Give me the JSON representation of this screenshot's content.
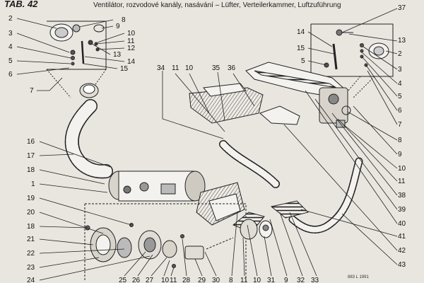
{
  "header": {
    "tab": "TAB. 42",
    "title": "Ventilátor, rozvodové kanály, nasávání – Lüfter, Verteilerkammer, Luftzuführung"
  },
  "footer": {
    "code": "883 L 1991"
  },
  "callouts": {
    "n1": "1",
    "n2": "2",
    "n3": "3",
    "n4": "4",
    "n5": "5",
    "n6": "6",
    "n7": "7",
    "n8": "8",
    "n9": "9",
    "n10": "10",
    "n11": "11",
    "n12": "12",
    "n13": "13",
    "n14": "14",
    "n15": "15",
    "n16": "16",
    "n17": "17",
    "n18": "18",
    "n19": "19",
    "n20": "20",
    "n21": "21",
    "n22": "22",
    "n23": "23",
    "n24": "24",
    "n25": "25",
    "n26": "26",
    "n27": "27",
    "n28": "28",
    "n29": "29",
    "n30": "30",
    "n31": "31",
    "n32": "32",
    "n33": "33",
    "n34": "34",
    "n35": "35",
    "n36": "36",
    "n37": "37",
    "n38": "38",
    "n39": "39",
    "n40": "40",
    "n41": "41",
    "n42": "42",
    "n43": "43"
  }
}
